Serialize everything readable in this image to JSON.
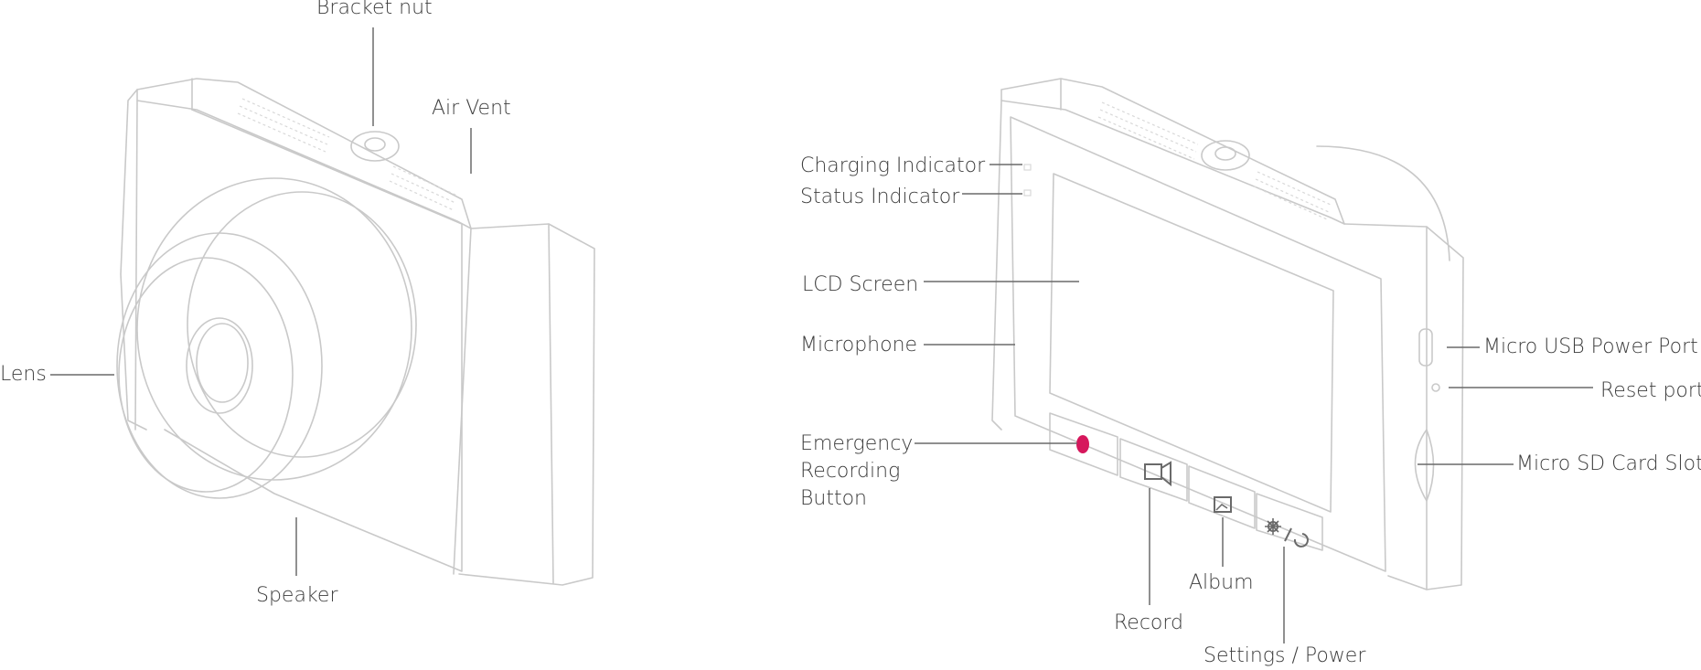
{
  "colors": {
    "outline": "#c9c9c9",
    "leader": "#6a6a6a",
    "text": "#3d3d3d",
    "emergency": "#d6175c"
  },
  "labels": {
    "bracket_nut": "Bracket nut",
    "air_vent": "Air Vent",
    "lens": "Lens",
    "speaker": "Speaker",
    "charging_indicator": "Charging Indicator",
    "status_indicator": "Status Indicator",
    "lcd_screen": "LCD Screen",
    "microphone": "Microphone",
    "emergency_recording_button": [
      "Emergency",
      "Recording",
      "Button"
    ],
    "record": "Record",
    "album": "Album",
    "settings_power": "Settings / Power",
    "micro_usb_power_port": "Micro USB Power Port",
    "reset_port": "Reset port",
    "micro_sd_card_slot": "Micro SD Card Slot"
  },
  "icons": {
    "record": "video-camera-icon",
    "album": "image-icon",
    "settings": "gear-icon",
    "power": "power-icon"
  }
}
